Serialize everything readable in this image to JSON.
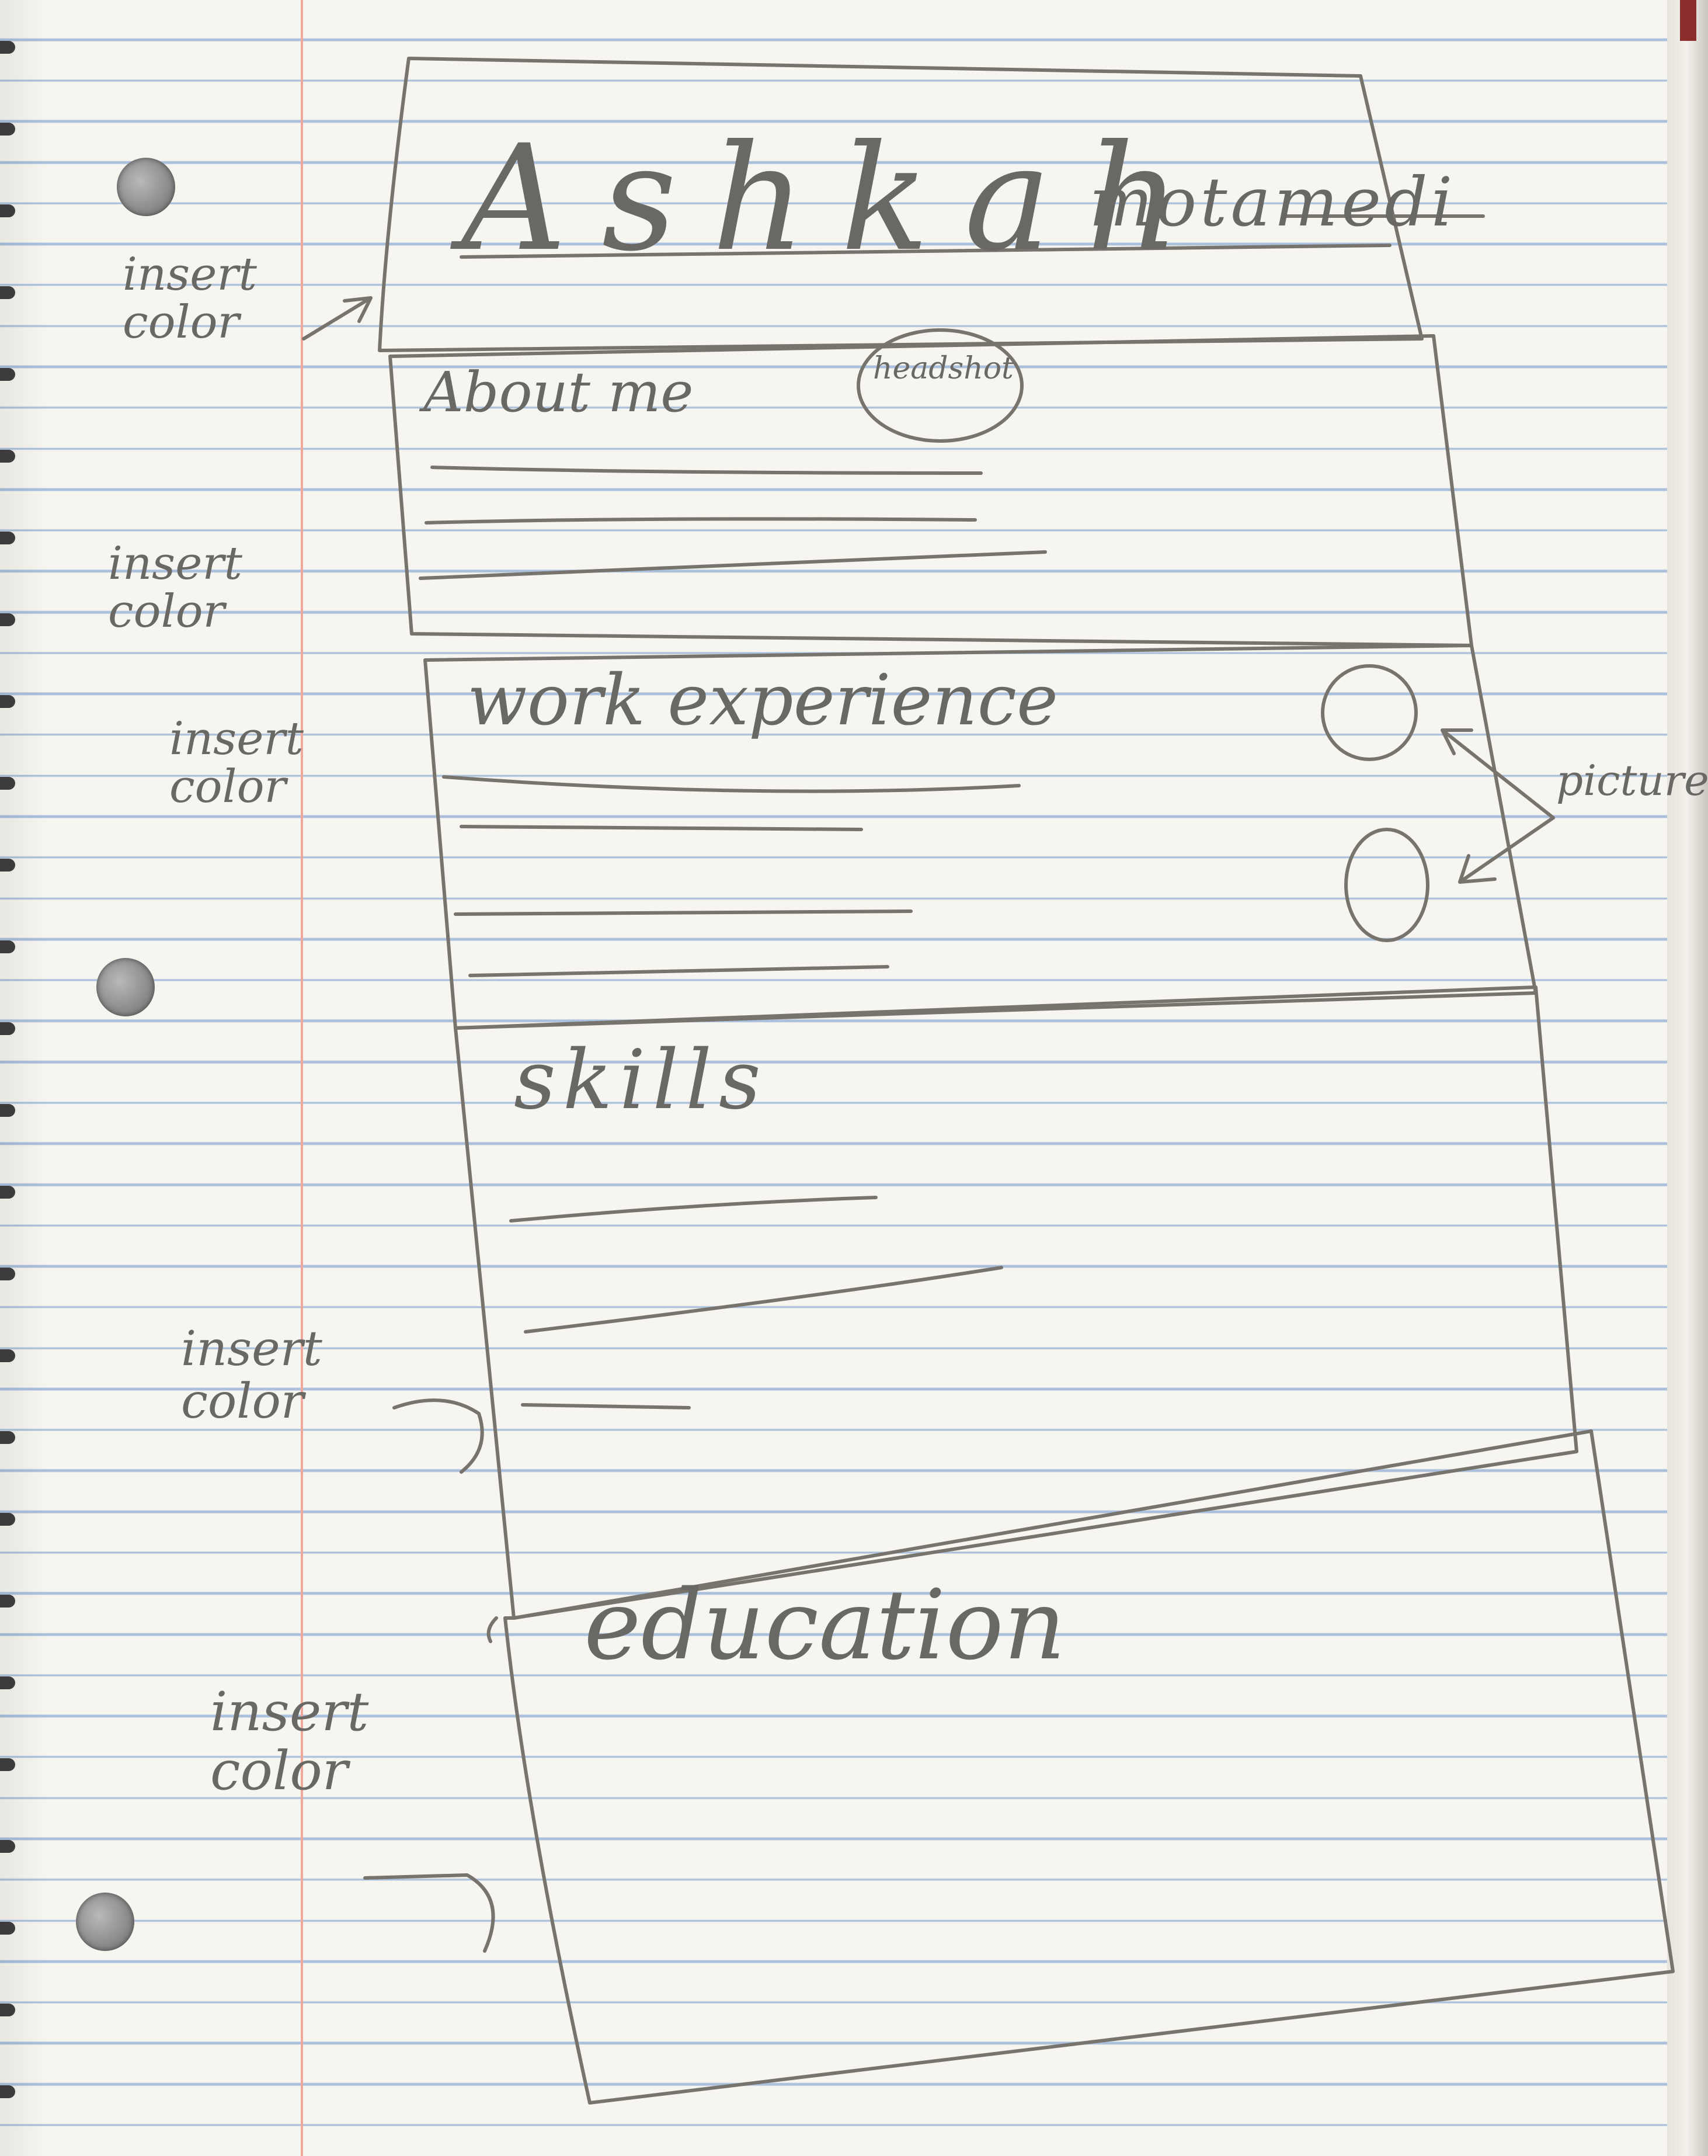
{
  "header": {
    "first_name": "Ashkah",
    "last_name": "motamedi"
  },
  "sections": {
    "about": {
      "title": "About me",
      "headshot_label": "headshot"
    },
    "work": {
      "title": "work experience"
    },
    "skills": {
      "title": "skills"
    },
    "education": {
      "title": "education"
    }
  },
  "annotations": {
    "insert_color": [
      "insert color",
      "insert color",
      "insert color",
      "insert color",
      "insert color"
    ],
    "picture": "picture"
  }
}
